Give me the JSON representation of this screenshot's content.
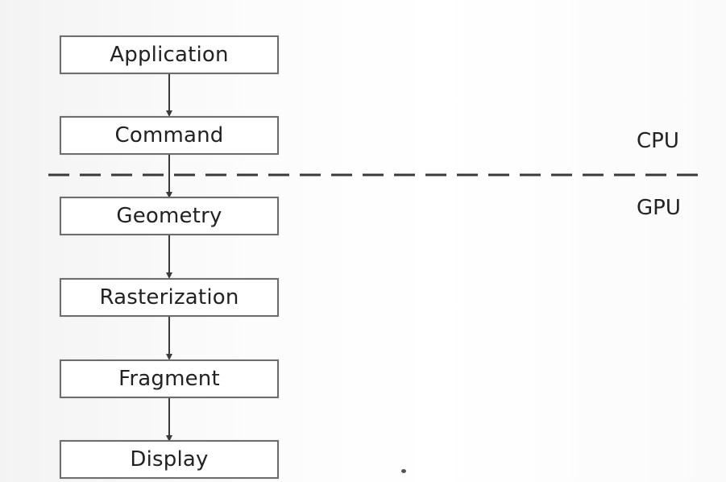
{
  "pipeline": {
    "stages": [
      {
        "label": "Application"
      },
      {
        "label": "Command"
      },
      {
        "label": "Geometry"
      },
      {
        "label": "Rasterization"
      },
      {
        "label": "Fragment"
      },
      {
        "label": "Display"
      }
    ],
    "divider": {
      "above_label": "CPU",
      "below_label": "GPU"
    }
  },
  "colors": {
    "box_border": "#6d6d6d",
    "text": "#222222",
    "line": "#3a3a3a"
  }
}
